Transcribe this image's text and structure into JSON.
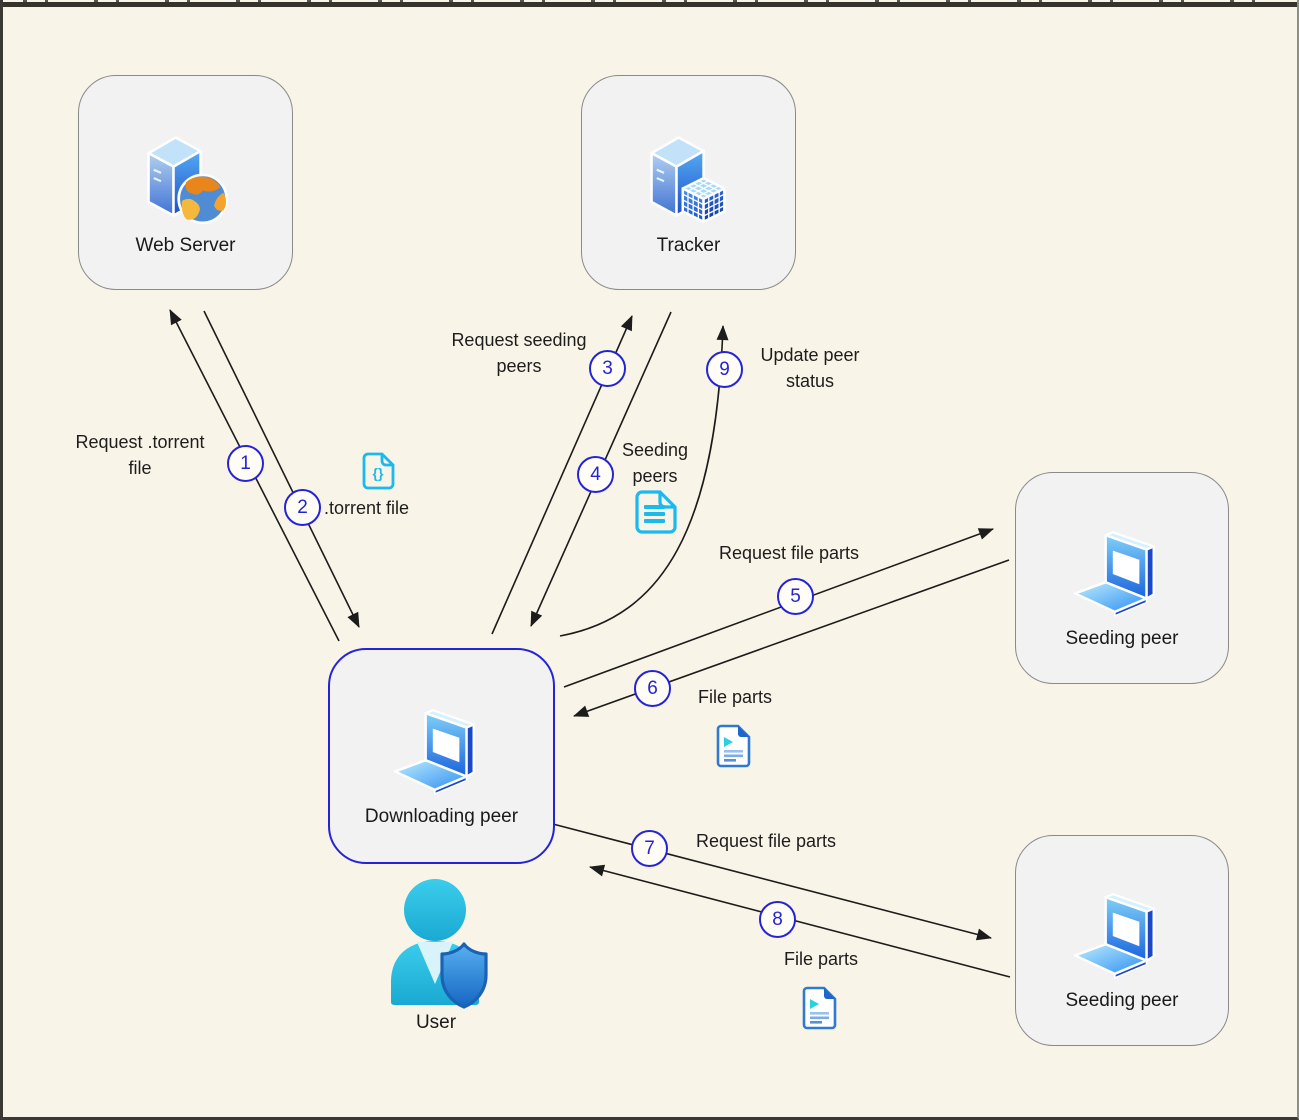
{
  "canvas": {
    "background": "#f9f4e8",
    "border_color": "#35332c"
  },
  "colors": {
    "node_fill": "#f2f2f2",
    "node_border": "#8a8a8a",
    "highlight_blue": "#2424d6",
    "arrow_black": "#1c1c1c",
    "icon_cyan": "#1ab9ee",
    "icon_blue": "#2e7ad0",
    "user_cyan": "#2dc2e2"
  },
  "nodes": {
    "web_server": {
      "label": "Web Server",
      "icon": "server-globe-icon"
    },
    "tracker": {
      "label": "Tracker",
      "icon": "server-cube-icon"
    },
    "seeding_peer_1": {
      "label": "Seeding peer",
      "icon": "laptop-icon"
    },
    "downloading_peer": {
      "label": "Downloading peer",
      "icon": "laptop-icon"
    },
    "seeding_peer_2": {
      "label": "Seeding peer",
      "icon": "laptop-icon"
    },
    "user": {
      "label": "User",
      "icon": "person-shield-icon"
    }
  },
  "messages": {
    "m1": {
      "step": "1",
      "label": "Request .torrent file",
      "from": "downloading_peer",
      "to": "web_server"
    },
    "m2": {
      "step": "2",
      "label": ".torrent file",
      "from": "web_server",
      "to": "downloading_peer",
      "icon": "torrent-file-icon"
    },
    "m3": {
      "step": "3",
      "label": "Request seeding peers",
      "from": "downloading_peer",
      "to": "tracker"
    },
    "m4": {
      "step": "4",
      "label": "Seeding peers",
      "from": "tracker",
      "to": "downloading_peer",
      "icon": "peer-list-icon"
    },
    "m5": {
      "step": "5",
      "label": "Request file parts",
      "from": "downloading_peer",
      "to": "seeding_peer_1"
    },
    "m6": {
      "step": "6",
      "label": "File parts",
      "from": "seeding_peer_1",
      "to": "downloading_peer",
      "icon": "file-parts-icon"
    },
    "m7": {
      "step": "7",
      "label": "Request file parts",
      "from": "downloading_peer",
      "to": "seeding_peer_2"
    },
    "m8": {
      "step": "8",
      "label": "File parts",
      "from": "seeding_peer_2",
      "to": "downloading_peer",
      "icon": "file-parts-icon"
    },
    "m9": {
      "step": "9",
      "label": "Update peer status",
      "from": "downloading_peer",
      "to": "tracker"
    }
  },
  "icons": {
    "torrent_file_glyph": "{}"
  }
}
